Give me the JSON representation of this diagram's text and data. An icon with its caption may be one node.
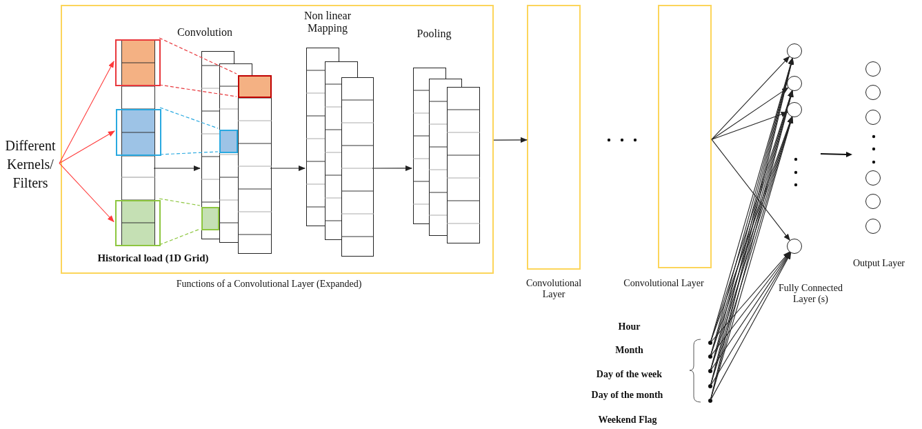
{
  "diagram": {
    "nodes": [
      {
        "text": [],
        "shape": "box",
        "beside": [
          "Functions of a Convolutional Layer (Expanded)"
        ]
      },
      {
        "text": [
          "Different Kernels/ Filters"
        ]
      },
      {
        "text": [],
        "shape": "box",
        "in": 0,
        "beside": [
          "Historical load (1D Grid)"
        ]
      },
      {
        "text": [],
        "shape": "box",
        "in": 0
      },
      {
        "text": [],
        "shape": "box",
        "in": 0
      },
      {
        "text": [],
        "shape": "box",
        "in": 0
      },
      {
        "text": [],
        "shape": "box",
        "in": 0,
        "beside": [
          "Convolution"
        ]
      },
      {
        "text": [],
        "shape": "box",
        "in": 6
      },
      {
        "text": [],
        "shape": "box",
        "in": 6
      },
      {
        "text": [],
        "shape": "box",
        "in": 6
      },
      {
        "text": [],
        "shape": "box",
        "in": 0,
        "beside": [
          "Non linear Mapping"
        ]
      },
      {
        "text": [],
        "shape": "box",
        "in": 0,
        "beside": [
          "Pooling"
        ]
      },
      {
        "text": [],
        "shape": "box",
        "beside": [
          "Convolutional Layer"
        ]
      },
      {
        "text": [],
        "shape": "box",
        "beside": [
          "Convolutional Layer"
        ]
      },
      {
        "text": [],
        "shape": "circle"
      },
      {
        "text": [],
        "shape": "circle"
      },
      {
        "text": [],
        "shape": "circle"
      },
      {
        "text": [],
        "shape": "circle"
      },
      {
        "text": [],
        "shape": "circle"
      },
      {
        "text": [],
        "shape": "circle"
      },
      {
        "text": [],
        "shape": "circle"
      },
      {
        "text": [],
        "shape": "circle"
      },
      {
        "text": [],
        "shape": "circle"
      },
      {
        "text": [],
        "shape": "circle"
      },
      {
        "text": [],
        "shape": "circle"
      },
      {
        "text": [],
        "shape": "circle"
      },
      {
        "text": [],
        "shape": "circle"
      },
      {
        "text": [],
        "shape": "circle"
      },
      {
        "text": [],
        "shape": "circle"
      }
    ],
    "edges": [
      {
        "from": 1,
        "to": 3,
        "arrow": "to",
        "color": "#ff3b3b"
      },
      {
        "from": 1,
        "to": 4,
        "arrow": "to",
        "color": "#ff3b3b"
      },
      {
        "from": 1,
        "to": 5,
        "arrow": "to",
        "color": "#ff3b3b"
      },
      {
        "from": 3,
        "to": 7,
        "arrow": "none",
        "style": "dashed",
        "color": "#e8383d"
      },
      {
        "from": 3,
        "to": 7,
        "arrow": "none",
        "style": "dashed",
        "color": "#e8383d"
      },
      {
        "from": 4,
        "to": 8,
        "arrow": "none",
        "style": "dashed",
        "color": "#29a9e0"
      },
      {
        "from": 4,
        "to": 8,
        "arrow": "none",
        "style": "dashed",
        "color": "#29a9e0"
      },
      {
        "from": 5,
        "to": 9,
        "arrow": "none",
        "style": "dashed",
        "color": "#8dc63f"
      },
      {
        "from": 5,
        "to": 9,
        "arrow": "none",
        "style": "dashed",
        "color": "#8dc63f"
      },
      {
        "from": 2,
        "to": 6,
        "arrow": "to"
      },
      {
        "from": 6,
        "to": 10,
        "arrow": "to"
      },
      {
        "from": 10,
        "to": 11,
        "arrow": "to"
      },
      {
        "from": 0,
        "to": 12,
        "arrow": "to"
      },
      {
        "from": 13,
        "to": 14,
        "arrow": "to"
      },
      {
        "from": 13,
        "to": 15,
        "arrow": "to"
      },
      {
        "from": 13,
        "to": 16,
        "arrow": "to"
      },
      {
        "from": 13,
        "to": 17,
        "arrow": "to"
      },
      {
        "from": 24,
        "to": 14,
        "arrow": "to"
      },
      {
        "from": 24,
        "to": 15,
        "arrow": "to"
      },
      {
        "from": 24,
        "to": 16,
        "arrow": "to"
      },
      {
        "from": 24,
        "to": 17,
        "arrow": "to"
      },
      {
        "from": 25,
        "to": 14,
        "arrow": "to"
      },
      {
        "from": 25,
        "to": 15,
        "arrow": "to"
      },
      {
        "from": 25,
        "to": 16,
        "arrow": "to"
      },
      {
        "from": 25,
        "to": 17,
        "arrow": "to"
      },
      {
        "from": 26,
        "to": 14,
        "arrow": "to"
      },
      {
        "from": 26,
        "to": 15,
        "arrow": "to"
      },
      {
        "from": 26,
        "to": 16,
        "arrow": "to"
      },
      {
        "from": 26,
        "to": 17,
        "arrow": "to"
      },
      {
        "from": 27,
        "to": 14,
        "arrow": "to"
      },
      {
        "from": 27,
        "to": 15,
        "arrow": "to"
      },
      {
        "from": 27,
        "to": 16,
        "arrow": "to"
      },
      {
        "from": 27,
        "to": 17,
        "arrow": "to"
      },
      {
        "from": 28,
        "to": 14,
        "arrow": "to"
      },
      {
        "from": 28,
        "to": 15,
        "arrow": "to"
      },
      {
        "from": 28,
        "to": 16,
        "arrow": "to"
      },
      {
        "from": 28,
        "to": 17,
        "arrow": "to"
      }
    ],
    "labels": [
      "Fully Connected Layer (s)",
      "Output Layer",
      "Hour",
      "Month",
      "Day of the week",
      "Day of the month",
      "Weekend Flag"
    ]
  }
}
